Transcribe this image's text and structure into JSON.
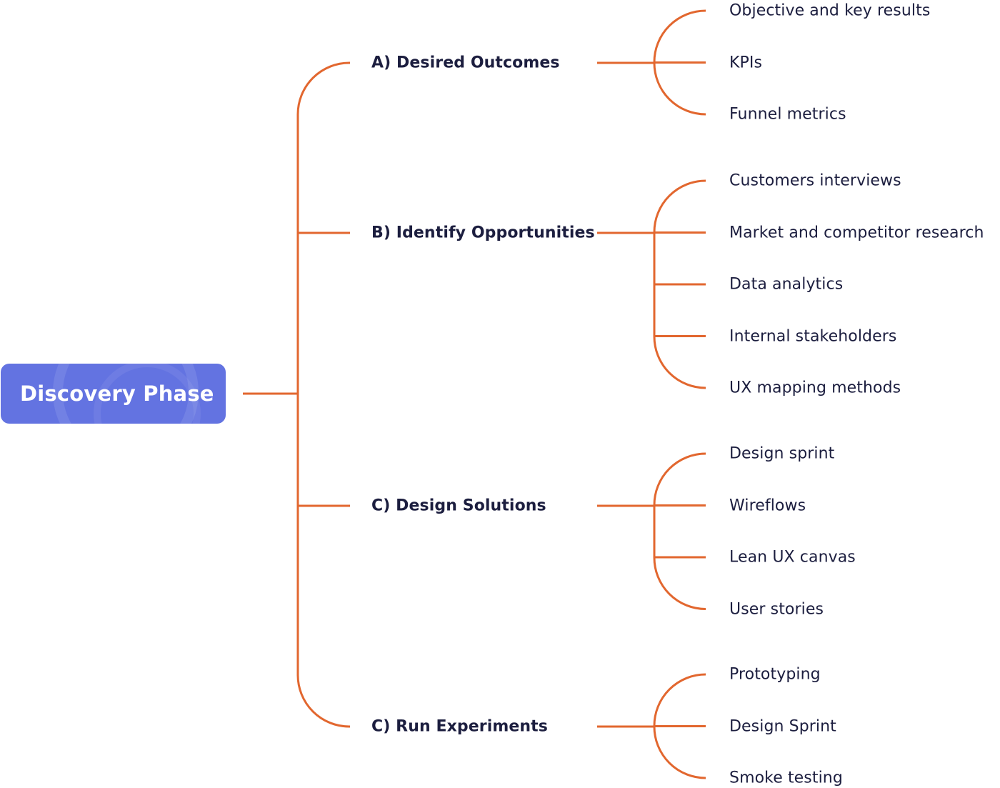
{
  "colors": {
    "connector": "#E2672F",
    "root_fill": "#6373E1",
    "text": "#1C1E3F",
    "root_text": "#FFFFFF"
  },
  "root": {
    "label": "Discovery Phase"
  },
  "branches": [
    {
      "label": "A) Desired Outcomes",
      "leaves": [
        "Objective and key results",
        "KPIs",
        "Funnel metrics"
      ]
    },
    {
      "label": "B) Identify Opportunities",
      "leaves": [
        "Customers interviews",
        "Market and competitor research",
        "Data analytics",
        "Internal stakeholders",
        "UX mapping methods"
      ]
    },
    {
      "label": "C) Design Solutions",
      "leaves": [
        "Design sprint",
        "Wireflows",
        "Lean UX canvas",
        "User stories"
      ]
    },
    {
      "label": "C) Run Experiments",
      "leaves": [
        "Prototyping",
        "Design Sprint",
        "Smoke testing"
      ]
    }
  ]
}
